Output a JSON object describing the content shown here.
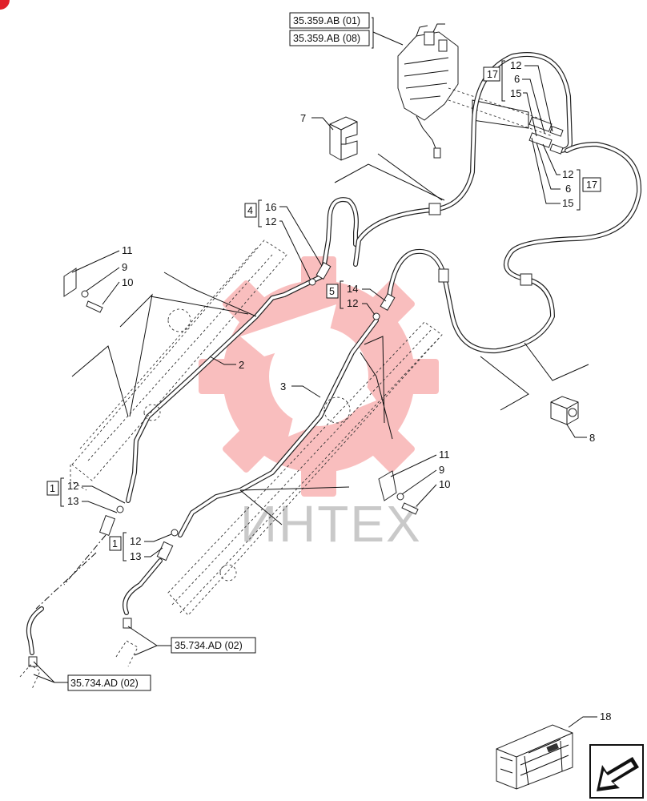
{
  "watermark": {
    "text": "ИНТЕХ",
    "color": "#f04848"
  },
  "references": {
    "valve_ref_1": "35.359.AB (01)",
    "valve_ref_2": "35.359.AB (08)",
    "hose_ref_right": "35.734.AD (02)",
    "hose_ref_left": "35.734.AD (02)"
  },
  "callouts": {
    "p7": "7",
    "p8": "8",
    "p18": "18",
    "p2": "2",
    "p3": "3",
    "p11a": "11",
    "p9a": "9",
    "p10a": "10",
    "p11b": "11",
    "p9b": "9",
    "p10b": "10"
  },
  "groups": {
    "g17a": {
      "box": "17",
      "items": [
        "12",
        "6",
        "15"
      ]
    },
    "g17b": {
      "box": "17",
      "items": [
        "12",
        "6",
        "15"
      ]
    },
    "g4": {
      "box": "4",
      "items": [
        "16",
        "12"
      ]
    },
    "g5": {
      "box": "5",
      "items": [
        "14",
        "12"
      ]
    },
    "g1a": {
      "box": "1",
      "items": [
        "12",
        "13"
      ]
    },
    "g1b": {
      "box": "1",
      "items": [
        "12",
        "13"
      ]
    }
  },
  "icons": {
    "corner": "corner-badge-icon",
    "nav": "next-page-arrow-icon",
    "kit": "crate-kit-icon"
  }
}
